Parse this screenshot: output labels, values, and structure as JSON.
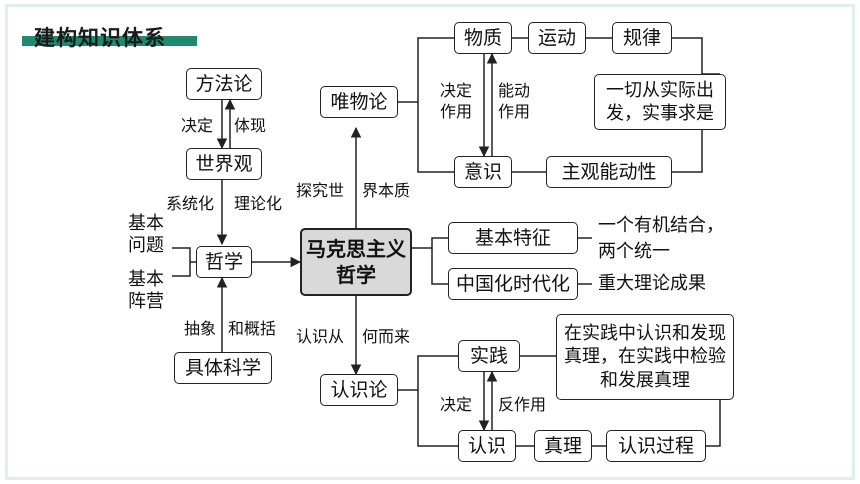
{
  "header": {
    "title": "建构知识体系",
    "accent_color": "#1f8a6e"
  },
  "center": {
    "line1": "马克思主义",
    "line2": "哲学"
  },
  "left": {
    "method": "方法论",
    "worldview": "世界观",
    "philosophy": "哲学",
    "science": "具体科学",
    "label_decide": "决定",
    "label_embody": "体现",
    "label_systematize": "系统化",
    "label_theorize": "理论化",
    "label_abstract": "抽象",
    "label_summarize": "和概括",
    "basic_question_1": "基本",
    "basic_question_2": "问题",
    "basic_camp_1": "基本",
    "basic_camp_2": "阵营"
  },
  "top": {
    "materialism": "唯物论",
    "matter": "物质",
    "motion": "运动",
    "law": "规律",
    "consciousness": "意识",
    "initiative": "主观能动性",
    "seek_truth": "一切从实际出发，实事求是",
    "label_decide_1": "决定",
    "label_decide_2": "作用",
    "label_react_1": "能动",
    "label_react_2": "作用",
    "label_explore": "探究世",
    "label_essence": "界本质"
  },
  "right": {
    "basic_features": "基本特征",
    "sinicization": "中国化时代化",
    "organic_1": "一个有机结合，",
    "organic_2": "两个统一",
    "achievements": "重大理论成果"
  },
  "bottom": {
    "epistemology": "认识论",
    "practice": "实践",
    "cognition": "认识",
    "truth": "真理",
    "process": "认识过程",
    "practice_truth": "在实践中认识和发现真理，在实践中检验和发展真理",
    "label_decide": "决定",
    "label_react": "反作用",
    "label_from": "认识从",
    "label_whence": "何而来"
  }
}
